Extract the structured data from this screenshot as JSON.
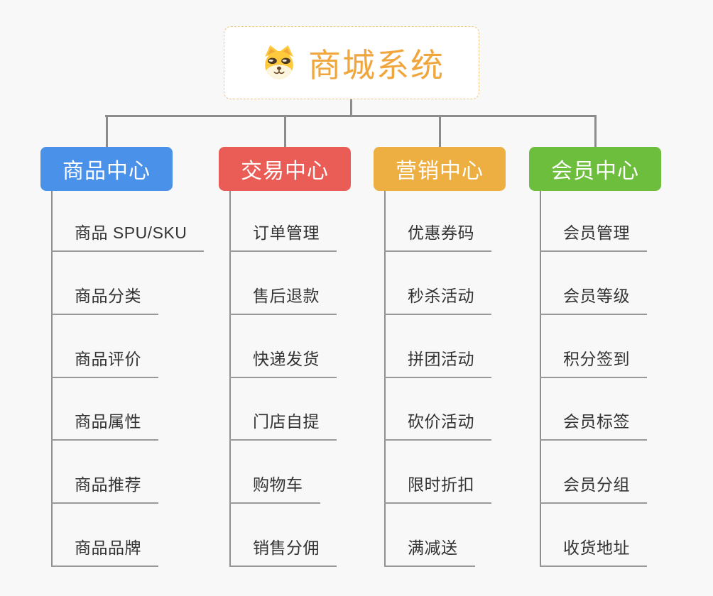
{
  "root": {
    "label": "商城系统",
    "icon": "shiba-dog-icon"
  },
  "branches": [
    {
      "id": "product-center",
      "label": "商品中心",
      "color": "#4A91E9",
      "items": [
        "商品 SPU/SKU",
        "商品分类",
        "商品评价",
        "商品属性",
        "商品推荐",
        "商品品牌"
      ]
    },
    {
      "id": "trade-center",
      "label": "交易中心",
      "color": "#E95D56",
      "items": [
        "订单管理",
        "售后退款",
        "快递发货",
        "门店自提",
        "购物车",
        "销售分佣"
      ]
    },
    {
      "id": "marketing-center",
      "label": "营销中心",
      "color": "#EDAF41",
      "items": [
        "优惠券码",
        "秒杀活动",
        "拼团活动",
        "砍价活动",
        "限时折扣",
        "满减送"
      ]
    },
    {
      "id": "member-center",
      "label": "会员中心",
      "color": "#6CBE3C",
      "items": [
        "会员管理",
        "会员等级",
        "积分签到",
        "会员标签",
        "会员分组",
        "收货地址"
      ]
    }
  ],
  "colors": {
    "background": "#F8F8F8",
    "connector": "#8C8C8C",
    "item_underline": "#999999",
    "item_text": "#333333",
    "root_text": "#F0A63C",
    "root_border": "#F0C67E",
    "header_text": "#FFFFFF"
  }
}
